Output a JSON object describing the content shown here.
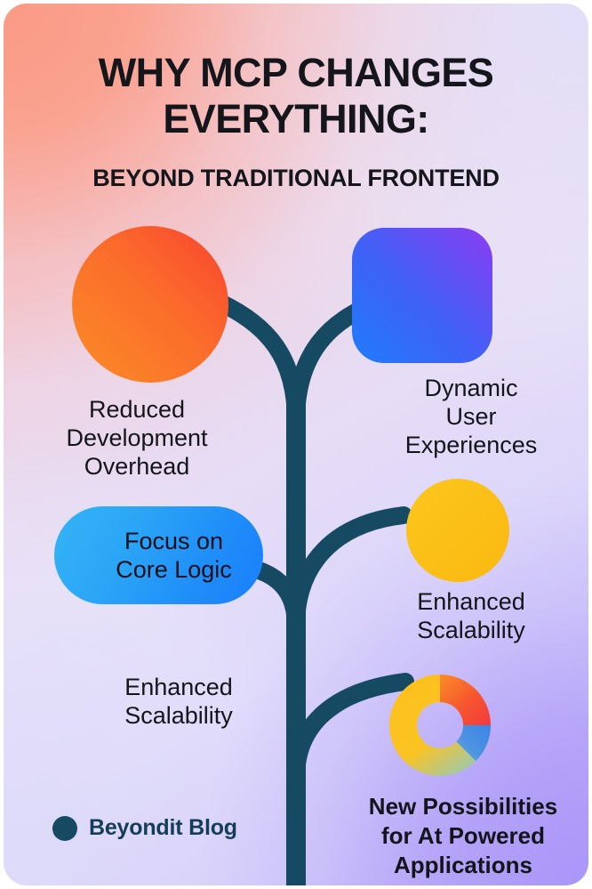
{
  "poster": {
    "background_start": "#f9b6ab",
    "background_end": "#b3a2f6",
    "branch_color": "#164a63"
  },
  "header": {
    "title": "WHY MCP CHANGES EVERYTHING:",
    "subtitle": "BEYOND TRADITIONAL FRONTEND"
  },
  "nodes": [
    {
      "id": "reduced-development-overhead",
      "label": "Reduced\nDevelopment\nOverhead",
      "shape": "circle",
      "shape_name": "orange-circle",
      "color_start": "#fb8c26",
      "color_end": "#f8442f"
    },
    {
      "id": "dynamic-user-experiences",
      "label": "Dynamic\nUser\nExperiences",
      "shape": "rounded-square",
      "shape_name": "blue-purple-rounded-square",
      "color_start": "#1f7bfb",
      "color_end": "#8b3df2"
    },
    {
      "id": "focus-on-core-logic",
      "label": "Focus on\nCore Logic",
      "shape": "pill",
      "shape_name": "blue-pill",
      "color_start": "#34b4f4",
      "color_end": "#1a7efb"
    },
    {
      "id": "enhanced-scalability-right",
      "label": "Enhanced\nScalability",
      "shape": "circle",
      "shape_name": "yellow-circle",
      "color_start": "#fcc21d",
      "color_end": "#fbbb16"
    },
    {
      "id": "enhanced-scalability-left",
      "label": "Enhanced\nScalability",
      "shape": "none",
      "shape_name": "text-only",
      "color_start": "",
      "color_end": ""
    },
    {
      "id": "new-possibilities",
      "label": "New Possibilities\nfor At Powered\nApplications",
      "shape": "donut",
      "shape_name": "donut-chart",
      "color_start": "#fbc11e",
      "color_end": "#3d82e8"
    }
  ],
  "chart_data": {
    "type": "pie",
    "title": "New Possibilities for At Powered Applications",
    "labels": [
      "Yellow segment",
      "Red segment",
      "Blue segment"
    ],
    "values": [
      58,
      17,
      25
    ],
    "colors": [
      "#fbc11e",
      "#f3403c",
      "#3d82e8"
    ],
    "donut": true,
    "legend": "none"
  },
  "footer": {
    "brand": "Beyondit Blog",
    "brand_dot_color": "#164a63"
  }
}
